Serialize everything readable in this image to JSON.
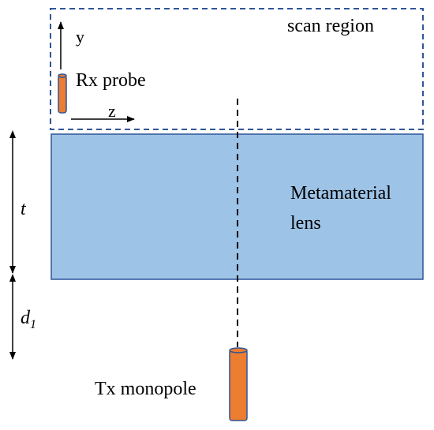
{
  "labels": {
    "scan_region": "scan region",
    "rx_probe": "Rx probe",
    "axis_y": "y",
    "axis_z": "z",
    "lens_line1": "Metamaterial",
    "lens_line2": "lens",
    "thickness": "t",
    "distance_base": "d",
    "distance_sub": "1",
    "tx_monopole": "Tx monopole"
  },
  "colors": {
    "scan_border": "#2f5597",
    "lens_fill": "#9dc3e6",
    "lens_border": "#2f5597",
    "probe_fill": "#ed7d31",
    "probe_border": "#2f5597",
    "line": "#000000"
  }
}
